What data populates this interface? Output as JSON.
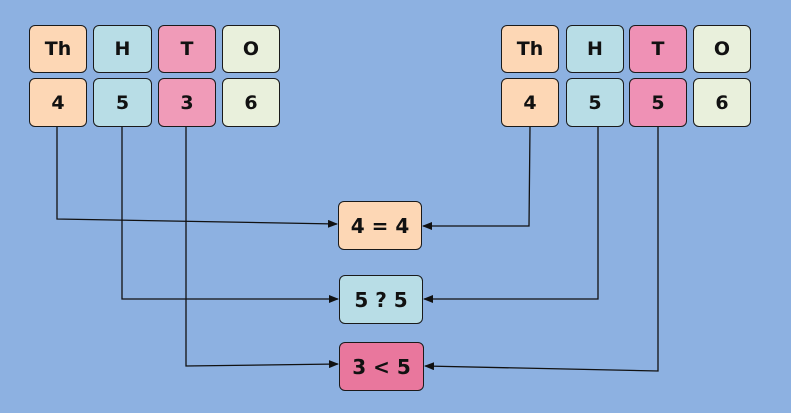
{
  "colors": {
    "background": "#8DB1E1",
    "thousands": "#FDD7B5",
    "hundreds": "#B8DDE6",
    "tens_left": "#F09BB8",
    "tens_right": "#EF91B5",
    "ones": "#E9F0DC",
    "compare_tens": "#E9779D",
    "line": "#111111"
  },
  "left_number": {
    "headers": [
      "Th",
      "H",
      "T",
      "O"
    ],
    "digits": [
      "4",
      "5",
      "3",
      "6"
    ]
  },
  "right_number": {
    "headers": [
      "Th",
      "H",
      "T",
      "O"
    ],
    "digits": [
      "4",
      "5",
      "5",
      "6"
    ]
  },
  "comparisons": {
    "thousands": "4 = 4",
    "hundreds": "5 ? 5",
    "tens": "3 < 5"
  }
}
